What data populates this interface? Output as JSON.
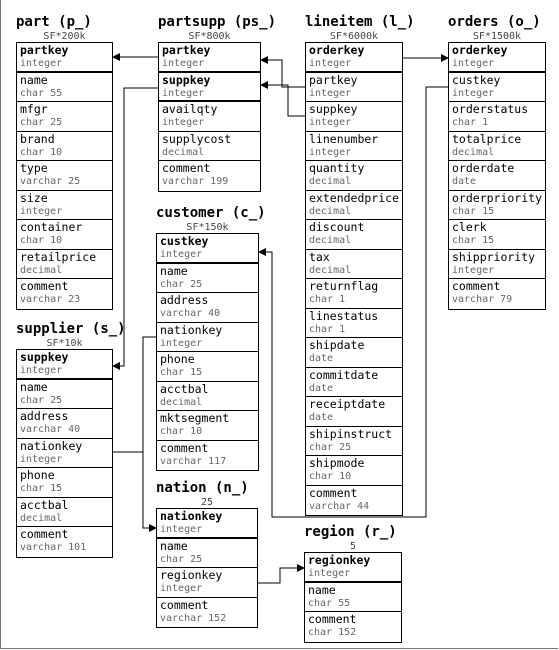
{
  "tables": {
    "part": {
      "title": "part (p_)",
      "scale": "SF*200k",
      "fields": [
        {
          "name": "partkey",
          "type": "integer",
          "pk": true
        },
        {
          "name": "name",
          "type": "char 55"
        },
        {
          "name": "mfgr",
          "type": "char 25"
        },
        {
          "name": "brand",
          "type": "char 10"
        },
        {
          "name": "type",
          "type": "varchar 25"
        },
        {
          "name": "size",
          "type": "integer"
        },
        {
          "name": "container",
          "type": "char 10"
        },
        {
          "name": "retailprice",
          "type": "decimal"
        },
        {
          "name": "comment",
          "type": "varchar 23"
        }
      ]
    },
    "partsupp": {
      "title": "partsupp (ps_)",
      "scale": "SF*800k",
      "fields": [
        {
          "name": "partkey",
          "type": "integer",
          "pk": true
        },
        {
          "name": "suppkey",
          "type": "integer",
          "pk": true
        },
        {
          "name": "availqty",
          "type": "integer"
        },
        {
          "name": "supplycost",
          "type": "decimal"
        },
        {
          "name": "comment",
          "type": "varchar 199"
        }
      ]
    },
    "lineitem": {
      "title": "lineitem (l_)",
      "scale": "SF*6000k",
      "fields": [
        {
          "name": "orderkey",
          "type": "integer",
          "pk": true
        },
        {
          "name": "partkey",
          "type": "integer"
        },
        {
          "name": "suppkey",
          "type": "integer"
        },
        {
          "name": "linenumber",
          "type": "integer"
        },
        {
          "name": "quantity",
          "type": "decimal"
        },
        {
          "name": "extendedprice",
          "type": "decimal"
        },
        {
          "name": "discount",
          "type": "decimal"
        },
        {
          "name": "tax",
          "type": "decimal"
        },
        {
          "name": "returnflag",
          "type": "char 1"
        },
        {
          "name": "linestatus",
          "type": "char 1"
        },
        {
          "name": "shipdate",
          "type": "date"
        },
        {
          "name": "commitdate",
          "type": "date"
        },
        {
          "name": "receiptdate",
          "type": "date"
        },
        {
          "name": "shipinstruct",
          "type": "char 25"
        },
        {
          "name": "shipmode",
          "type": "char 10"
        },
        {
          "name": "comment",
          "type": "varchar 44"
        }
      ]
    },
    "orders": {
      "title": "orders (o_)",
      "scale": "SF*1500k",
      "fields": [
        {
          "name": "orderkey",
          "type": "integer",
          "pk": true
        },
        {
          "name": "custkey",
          "type": "integer"
        },
        {
          "name": "orderstatus",
          "type": "char 1"
        },
        {
          "name": "totalprice",
          "type": "decimal"
        },
        {
          "name": "orderdate",
          "type": "date"
        },
        {
          "name": "orderpriority",
          "type": "char 15"
        },
        {
          "name": "clerk",
          "type": "char 15"
        },
        {
          "name": "shippriority",
          "type": "integer"
        },
        {
          "name": "comment",
          "type": "varchar 79"
        }
      ]
    },
    "customer": {
      "title": "customer (c_)",
      "scale": "SF*150k",
      "fields": [
        {
          "name": "custkey",
          "type": "integer",
          "pk": true
        },
        {
          "name": "name",
          "type": "char 25"
        },
        {
          "name": "address",
          "type": "varchar 40"
        },
        {
          "name": "nationkey",
          "type": "integer"
        },
        {
          "name": "phone",
          "type": "char 15"
        },
        {
          "name": "acctbal",
          "type": "decimal"
        },
        {
          "name": "mktsegment",
          "type": "char 10"
        },
        {
          "name": "comment",
          "type": "varchar 117"
        }
      ]
    },
    "supplier": {
      "title": "supplier (s_)",
      "scale": "SF*10k",
      "fields": [
        {
          "name": "suppkey",
          "type": "integer",
          "pk": true
        },
        {
          "name": "name",
          "type": "char 25"
        },
        {
          "name": "address",
          "type": "varchar 40"
        },
        {
          "name": "nationkey",
          "type": "integer"
        },
        {
          "name": "phone",
          "type": "char 15"
        },
        {
          "name": "acctbal",
          "type": "decimal"
        },
        {
          "name": "comment",
          "type": "varchar 101"
        }
      ]
    },
    "nation": {
      "title": "nation (n_)",
      "scale": "25",
      "fields": [
        {
          "name": "nationkey",
          "type": "integer",
          "pk": true
        },
        {
          "name": "name",
          "type": "char 25"
        },
        {
          "name": "regionkey",
          "type": "integer"
        },
        {
          "name": "comment",
          "type": "varchar 152"
        }
      ]
    },
    "region": {
      "title": "region (r_)",
      "scale": "5",
      "fields": [
        {
          "name": "regionkey",
          "type": "integer",
          "pk": true
        },
        {
          "name": "name",
          "type": "char 55"
        },
        {
          "name": "comment",
          "type": "char 152"
        }
      ]
    }
  }
}
